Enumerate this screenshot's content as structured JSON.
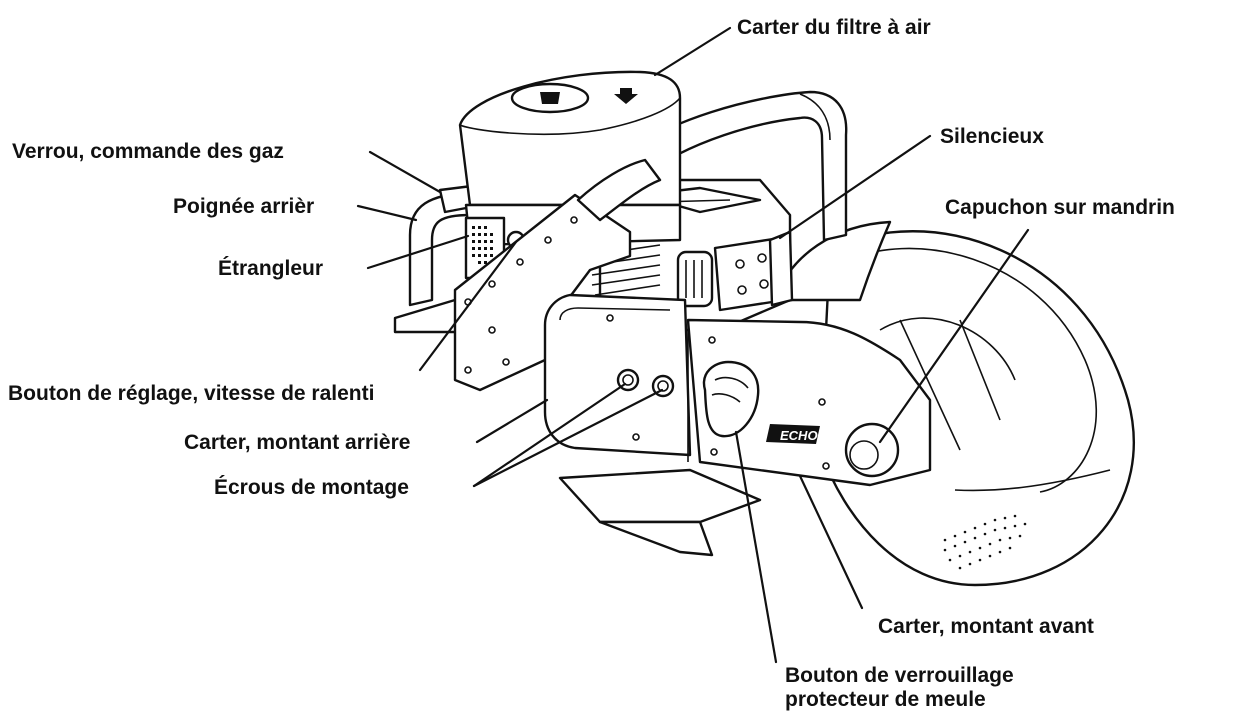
{
  "labels": {
    "air_filter_cover": "Carter du filtre à air",
    "throttle_lock": "Verrou, commande des gaz",
    "rear_handle": "Poignée arrièr",
    "choke": "Étrangleur",
    "idle_adjust": "Bouton de réglage, vitesse de ralenti",
    "rear_arm_cover": "Carter, montant arrière",
    "mounting_nuts": "Écrous de montage",
    "muffler": "Silencieux",
    "spindle_cap": "Capuchon sur mandrin",
    "front_arm_cover": "Carter, montant avant",
    "guard_lock_knob_line1": "Bouton de verrouillage",
    "guard_lock_knob_line2": "protecteur de meule"
  },
  "brand_logo": "ECHO",
  "colors": {
    "ink": "#111111",
    "paper": "#ffffff"
  }
}
